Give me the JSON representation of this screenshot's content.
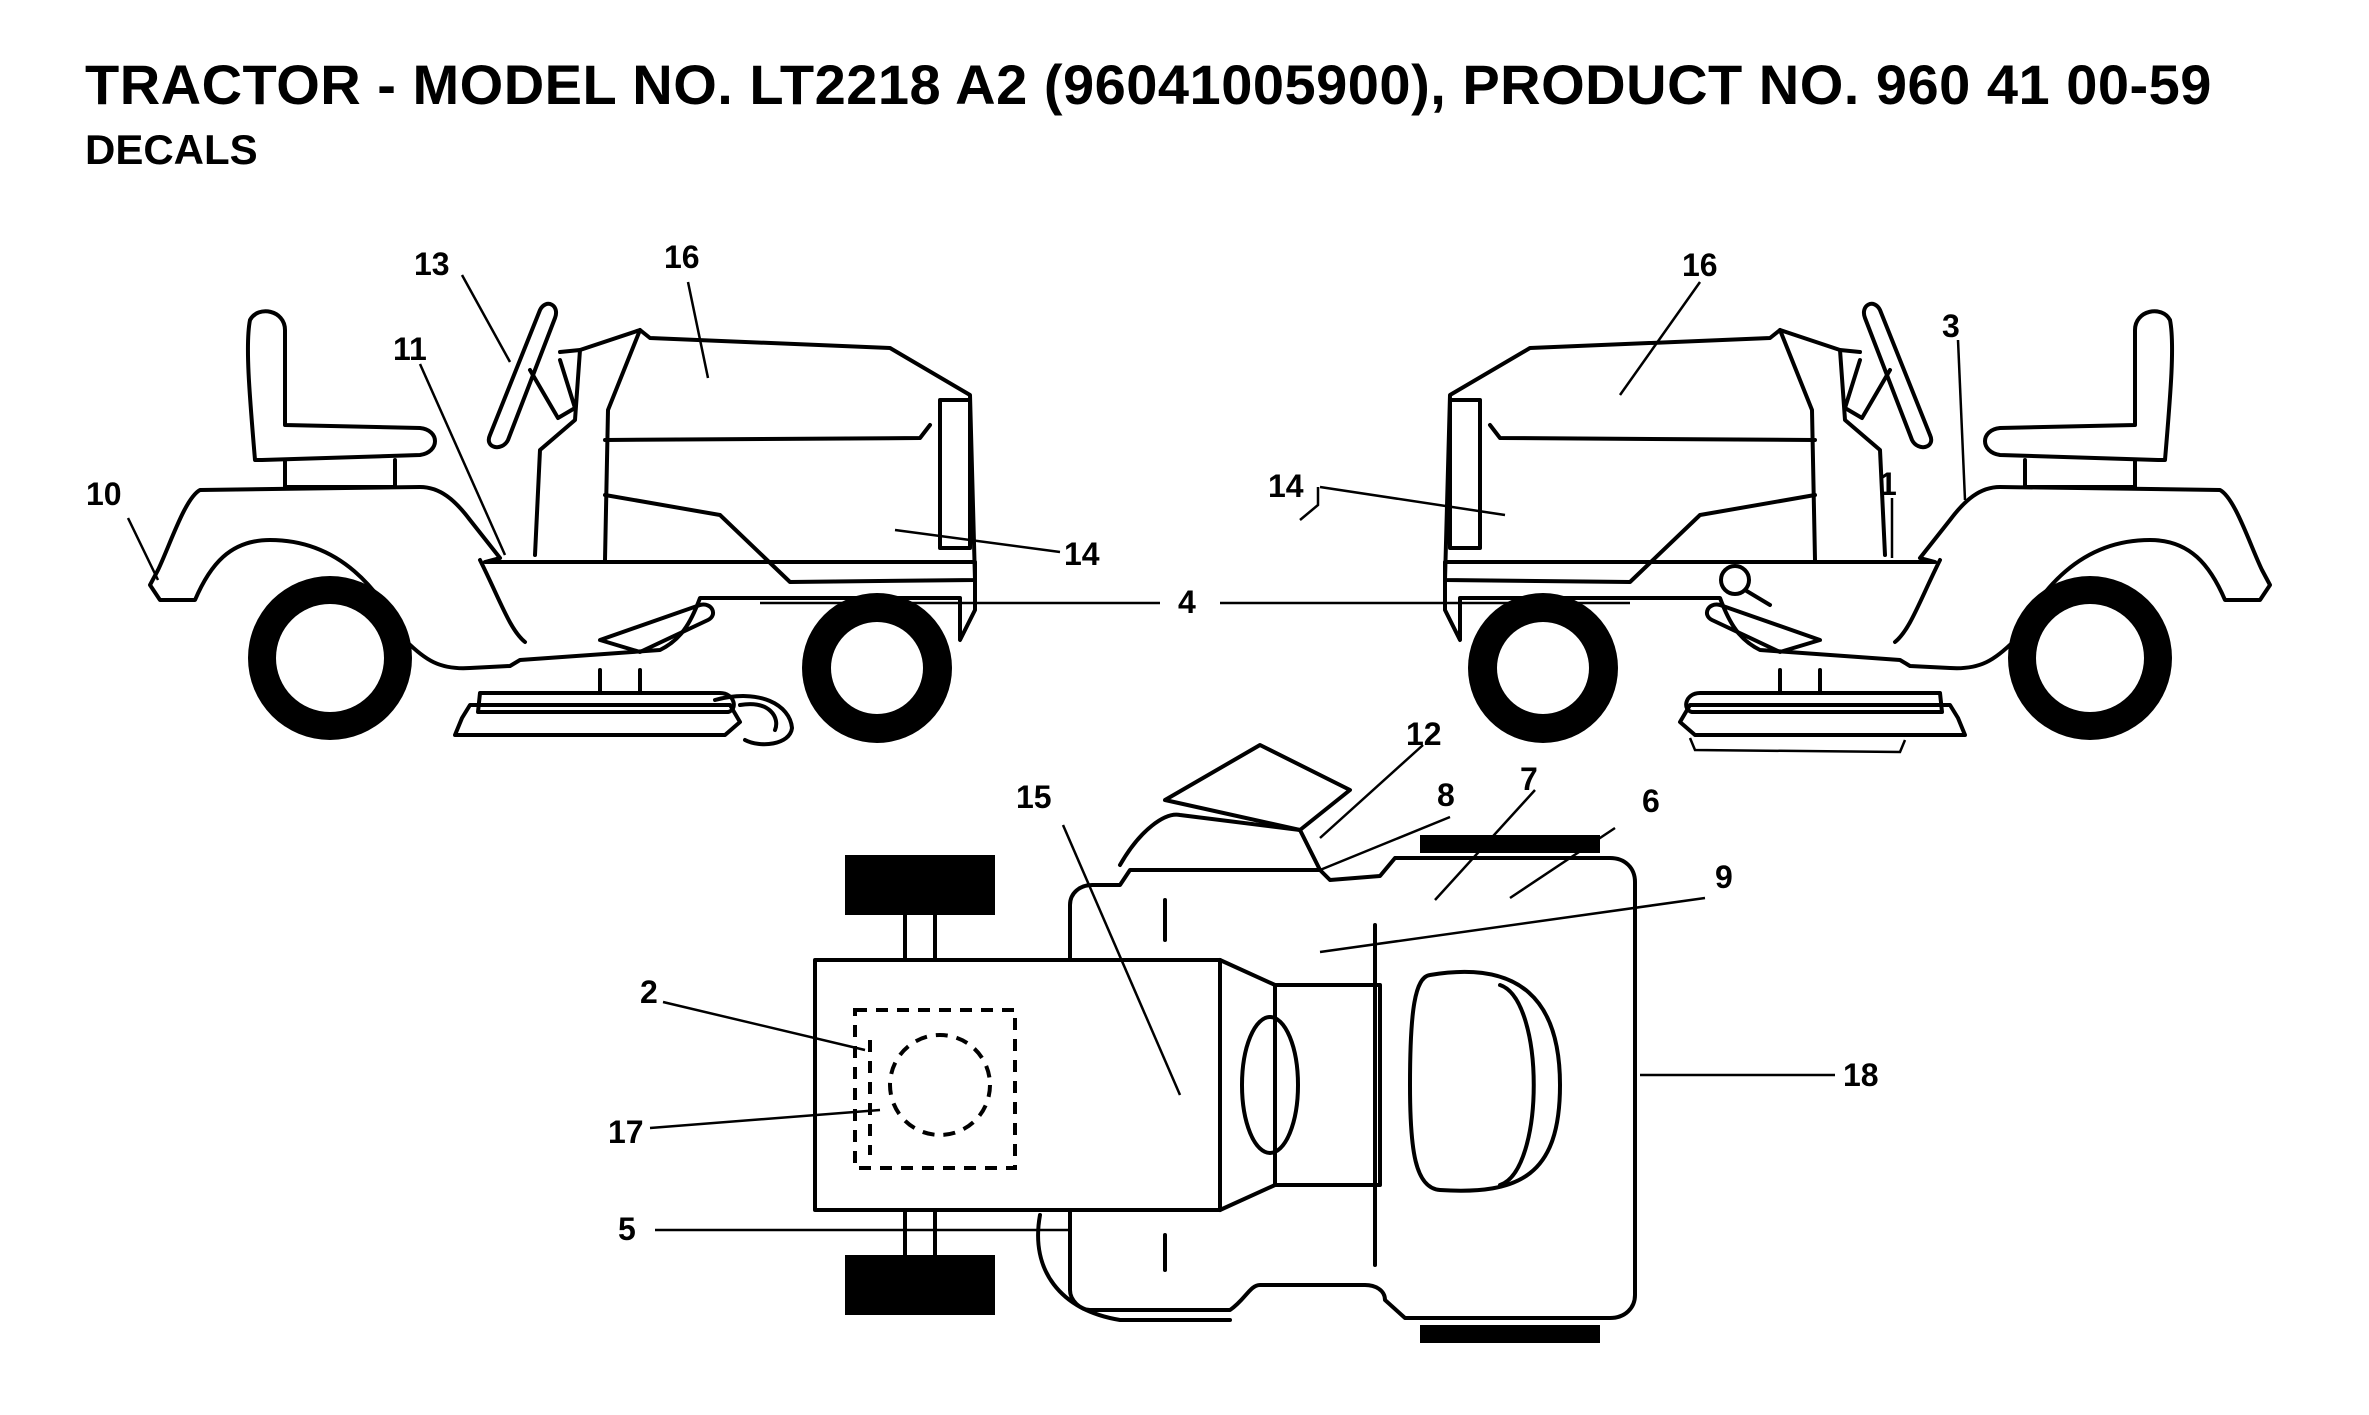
{
  "title": "TRACTOR - MODEL NO. LT2218 A2 (96041005900), PRODUCT NO. 960 41 00-59",
  "subtitle": "DECALS",
  "callouts": {
    "c1": "1",
    "c2": "2",
    "c3": "3",
    "c4": "4",
    "c5": "5",
    "c6": "6",
    "c7": "7",
    "c8": "8",
    "c9": "9",
    "c10": "10",
    "c11": "11",
    "c12": "12",
    "c13": "13",
    "c14": "14",
    "c15": "15",
    "c16": "16",
    "c17": "17",
    "c18": "18"
  },
  "views": [
    "left-side-view",
    "right-side-view",
    "top-view"
  ]
}
